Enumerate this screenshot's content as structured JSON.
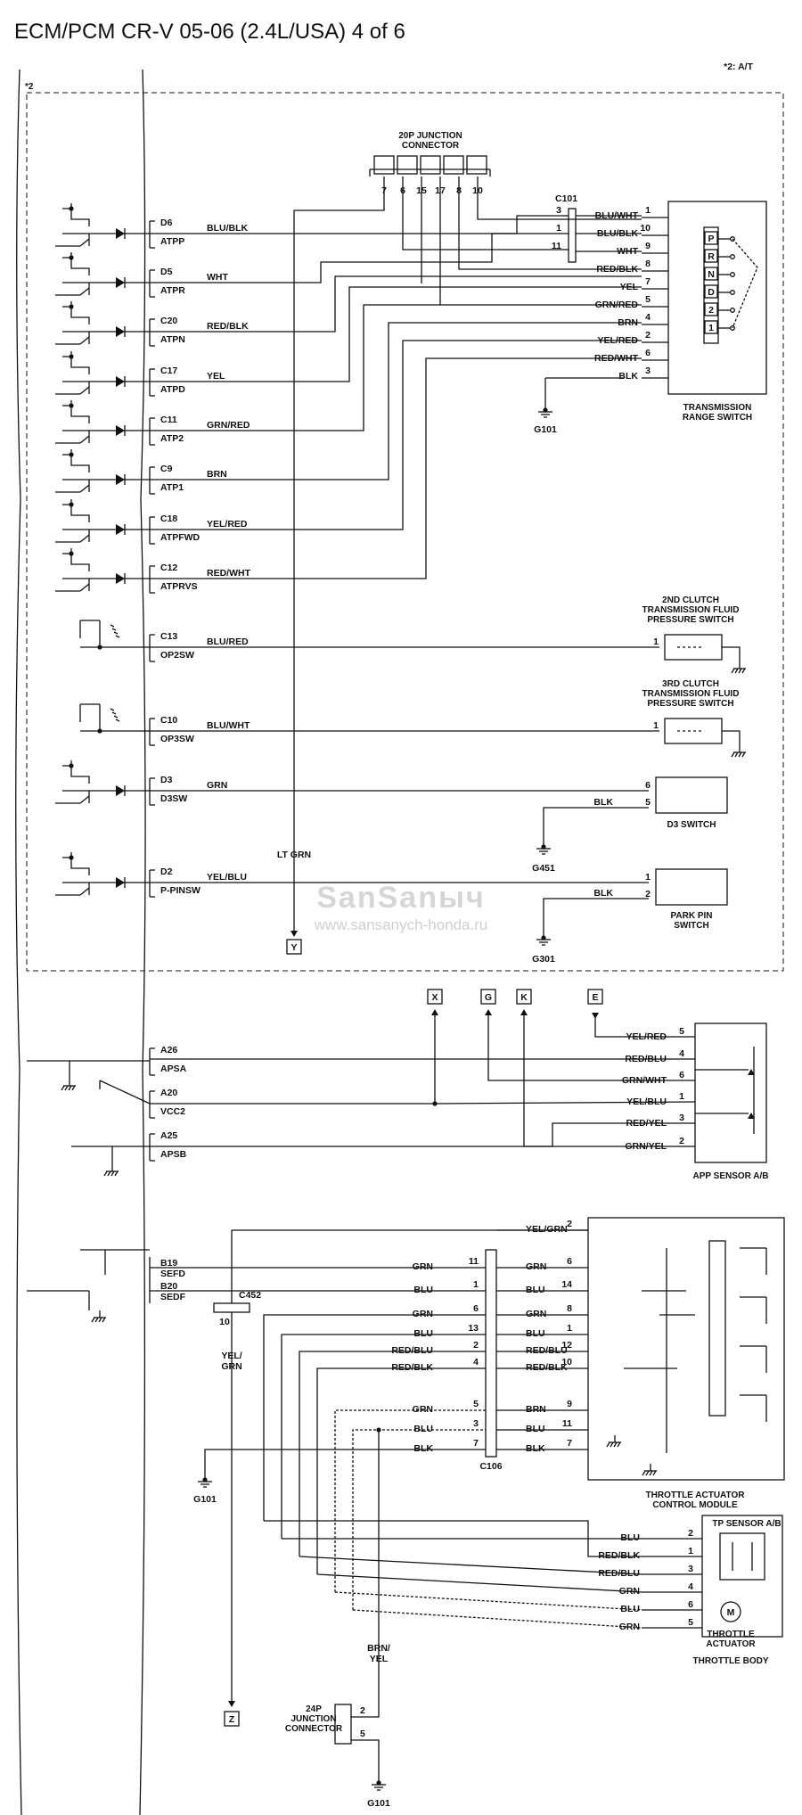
{
  "title": "ECM/PCM CR-V 05-06 (2.4L/USA) 4 of 6",
  "notes": {
    "star2": "*2",
    "star2_at": "*2: A/T"
  },
  "watermark": {
    "brand": "SanSanыч",
    "url": "www.sansanych-honda.ru"
  },
  "ecm_terminals": [
    {
      "id": "D6",
      "name": "ATPP",
      "wire": "BLU/BLK"
    },
    {
      "id": "D5",
      "name": "ATPR",
      "wire": "WHT"
    },
    {
      "id": "C20",
      "name": "ATPN",
      "wire": "RED/BLK"
    },
    {
      "id": "C17",
      "name": "ATPD",
      "wire": "YEL"
    },
    {
      "id": "C11",
      "name": "ATP2",
      "wire": "GRN/RED"
    },
    {
      "id": "C9",
      "name": "ATP1",
      "wire": "BRN"
    },
    {
      "id": "C18",
      "name": "ATPFWD",
      "wire": "YEL/RED"
    },
    {
      "id": "C12",
      "name": "ATPRVS",
      "wire": "RED/WHT"
    },
    {
      "id": "C13",
      "name": "OP2SW",
      "wire": "BLU/RED"
    },
    {
      "id": "C10",
      "name": "OP3SW",
      "wire": "BLU/WHT"
    },
    {
      "id": "D3",
      "name": "D3SW",
      "wire": "GRN"
    },
    {
      "id": "D2",
      "name": "P-PINSW",
      "wire": "YEL/BLU"
    },
    {
      "id": "A26",
      "name": "APSA",
      "wire": ""
    },
    {
      "id": "A20",
      "name": "VCC2",
      "wire": ""
    },
    {
      "id": "A25",
      "name": "APSB",
      "wire": ""
    },
    {
      "id": "B19",
      "name": "SEFD",
      "wire": "GRN"
    },
    {
      "id": "B20",
      "name": "SEDF",
      "wire": "BLU"
    }
  ],
  "junction20p": {
    "label1": "20P JUNCTION",
    "label2": "CONNECTOR",
    "pins": [
      "7",
      "6",
      "15",
      "17",
      "8",
      "10"
    ]
  },
  "c101": {
    "name": "C101",
    "pins_left": [
      "3",
      "1",
      "11"
    ]
  },
  "trs_wires": [
    {
      "pin": "1",
      "wire": "BLU/WHT"
    },
    {
      "pin": "10",
      "wire": "BLU/BLK"
    },
    {
      "pin": "9",
      "wire": "WHT"
    },
    {
      "pin": "8",
      "wire": "RED/BLK"
    },
    {
      "pin": "7",
      "wire": "YEL"
    },
    {
      "pin": "5",
      "wire": "GRN/RED"
    },
    {
      "pin": "4",
      "wire": "BRN"
    },
    {
      "pin": "2",
      "wire": "YEL/RED"
    },
    {
      "pin": "6",
      "wire": "RED/WHT"
    },
    {
      "pin": "3",
      "wire": "BLK"
    }
  ],
  "trs": {
    "label1": "TRANSMISSION",
    "label2": "RANGE SWITCH",
    "positions": [
      "P",
      "R",
      "N",
      "D",
      "2",
      "1"
    ]
  },
  "grounds": {
    "g101": "G101",
    "g451": "G451",
    "g301": "G301"
  },
  "sw_2nd": {
    "l1": "2ND CLUTCH",
    "l2": "TRANSMISSION FLUID",
    "l3": "PRESSURE SWITCH",
    "pin": "1"
  },
  "sw_3rd": {
    "l1": "3RD CLUTCH",
    "l2": "TRANSMISSION FLUID",
    "l3": "PRESSURE SWITCH",
    "pin": "1"
  },
  "d3sw": {
    "label": "D3 SWITCH",
    "pins": [
      "6",
      "5"
    ],
    "wire": "BLK"
  },
  "ppin": {
    "l1": "PARK PIN",
    "l2": "SWITCH",
    "pins": [
      "1",
      "2"
    ],
    "wire": "BLK"
  },
  "ltgrn": {
    "wire": "LT GRN",
    "conn": "Y"
  },
  "refs": {
    "x": "X",
    "g": "G",
    "k": "K",
    "e": "E",
    "z": "Z"
  },
  "app": {
    "label": "APP SENSOR A/B",
    "wires": [
      {
        "pin": "5",
        "wire": "YEL/RED"
      },
      {
        "pin": "4",
        "wire": "RED/BLU"
      },
      {
        "pin": "6",
        "wire": "GRN/WHT"
      },
      {
        "pin": "1",
        "wire": "YEL/BLU"
      },
      {
        "pin": "3",
        "wire": "RED/YEL"
      },
      {
        "pin": "2",
        "wire": "GRN/YEL"
      }
    ]
  },
  "throttle": {
    "c452": "C452",
    "c452_pin": "10",
    "c452_wire": "YEL/\nGRN",
    "c106": "C106",
    "left_rows": [
      {
        "wire": "GRN",
        "pin": "11"
      },
      {
        "wire": "BLU",
        "pin": "1"
      },
      {
        "wire": "GRN",
        "pin": "6"
      },
      {
        "wire": "BLU",
        "pin": "13"
      },
      {
        "wire": "RED/BLU",
        "pin": "2"
      },
      {
        "wire": "RED/BLK",
        "pin": "4"
      },
      {
        "wire": "GRN",
        "pin": "5"
      },
      {
        "wire": "BLU",
        "pin": "3"
      },
      {
        "wire": "BLK",
        "pin": "7"
      }
    ],
    "right_rows": [
      {
        "wire": "YEL/GRN",
        "pin": "2"
      },
      {
        "wire": "GRN",
        "pin": "6"
      },
      {
        "wire": "BLU",
        "pin": "14"
      },
      {
        "wire": "GRN",
        "pin": "8"
      },
      {
        "wire": "BLU",
        "pin": "1"
      },
      {
        "wire": "RED/BLU",
        "pin": "12"
      },
      {
        "wire": "RED/BLK",
        "pin": "10"
      },
      {
        "wire": "BRN",
        "pin": "9"
      },
      {
        "wire": "BLU",
        "pin": "11"
      },
      {
        "wire": "BLK",
        "pin": "7"
      }
    ],
    "tacm_l1": "THROTTLE ACTUATOR",
    "tacm_l2": "CONTROL MODULE",
    "tp_label": "TP SENSOR A/B",
    "tp_rows": [
      {
        "wire": "BLU",
        "pin": "2"
      },
      {
        "wire": "RED/BLK",
        "pin": "1"
      },
      {
        "wire": "RED/BLU",
        "pin": "3"
      },
      {
        "wire": "GRN",
        "pin": "4"
      },
      {
        "wire": "BLU",
        "pin": "6"
      },
      {
        "wire": "GRN",
        "pin": "5"
      }
    ],
    "act_l1": "THROTTLE",
    "act_l2": "ACTUATOR",
    "body": "THROTTLE BODY",
    "brnyel": "BRN/\nYEL",
    "j24_l1": "24P",
    "j24_l2": "JUNCTION",
    "j24_l3": "CONNECTOR",
    "j24_pins": [
      "2",
      "5"
    ]
  }
}
